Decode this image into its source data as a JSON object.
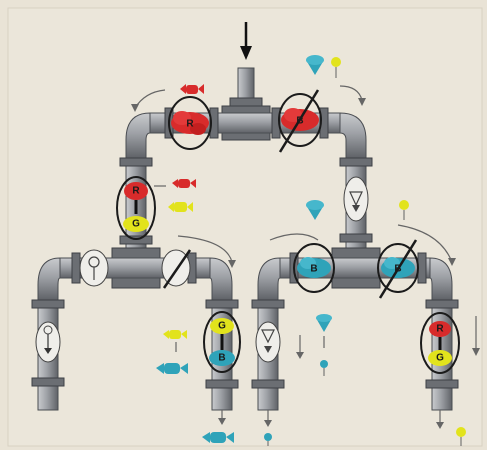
{
  "colors": {
    "red": "#d82b2b",
    "yellow": "#e2e31c",
    "blue": "#2fa3b9",
    "pipe": "#9a9da2",
    "paper": "#e9e3d6"
  },
  "icons": {
    "inflow_arrow": "down-arrow-icon",
    "red_candy": "wrapped-candy-icon",
    "yellow_candy": "wrapped-candy-icon",
    "blue_candy": "wrapped-candy-icon",
    "blue_cone": "ice-cream-cone-icon",
    "yellow_lollipop": "lollipop-icon",
    "blue_lollipop": "lollipop-icon"
  },
  "tokens": {
    "top_left_blob": "R",
    "top_right_blob": "B",
    "left_valve_top": "R",
    "left_valve_bottom": "G",
    "right_upper_left_blob": "B",
    "right_upper_right_blob": "B",
    "left_outlet2_top": "G",
    "left_outlet2_bottom": "B",
    "right_outlet2_top": "R",
    "right_outlet2_bottom": "G"
  }
}
